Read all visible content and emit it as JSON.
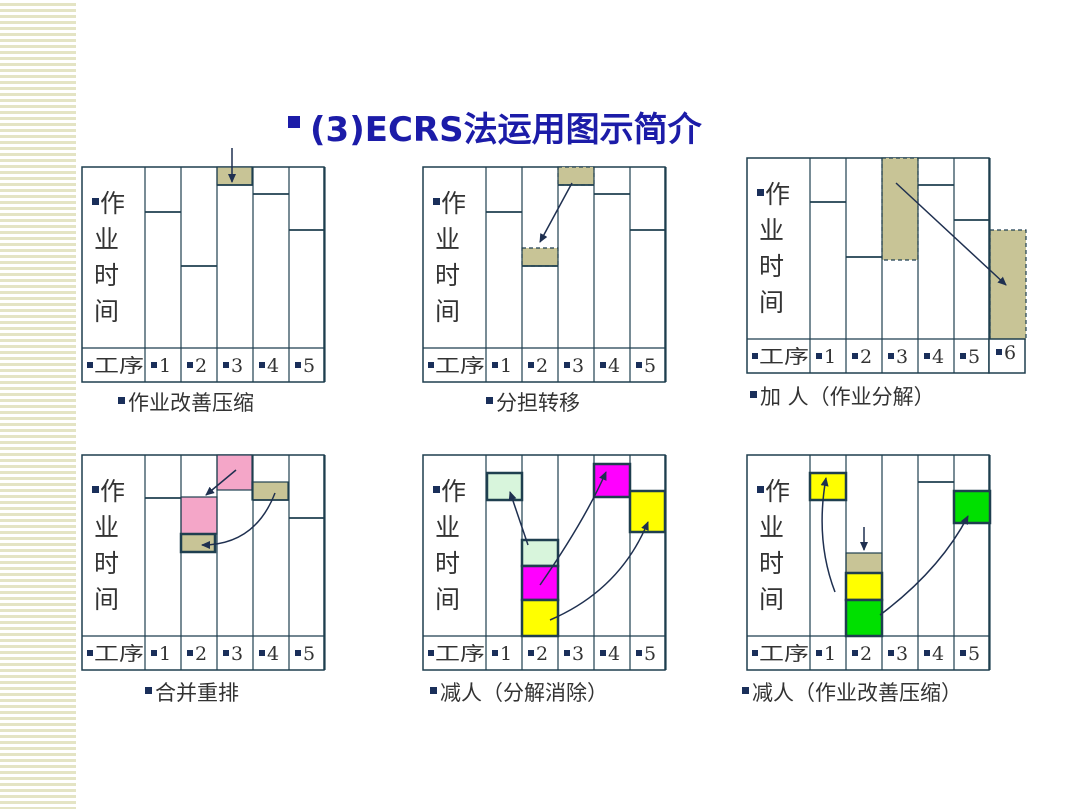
{
  "title": "(3)ECRS法运用图示简介",
  "y_axis_label": [
    "作",
    "业",
    "时",
    "间"
  ],
  "x_axis_label": "工序",
  "panels": [
    {
      "caption": "作业改善压缩",
      "steps": [
        "1",
        "2",
        "3",
        "4",
        "5"
      ]
    },
    {
      "caption": "分担转移",
      "steps": [
        "1",
        "2",
        "3",
        "4",
        "5"
      ]
    },
    {
      "caption": "加 人（作业分解）",
      "steps": [
        "1",
        "2",
        "3",
        "4",
        "5",
        "6"
      ]
    },
    {
      "caption": "合并重排",
      "steps": [
        "1",
        "2",
        "3",
        "4",
        "5"
      ]
    },
    {
      "caption": "减人（分解消除）",
      "steps": [
        "1",
        "2",
        "3",
        "4",
        "5"
      ]
    },
    {
      "caption": "减人（作业改善压缩）",
      "steps": [
        "1",
        "2",
        "3",
        "4",
        "5"
      ]
    }
  ],
  "colors": {
    "title": "#1c1ca8",
    "khaki": "#c8c496",
    "pink": "#f4a6c8",
    "light_green": "#d8f5dc",
    "magenta": "#ff00ff",
    "yellow": "#ffff00",
    "green": "#00e000",
    "line": "#1f3f4f"
  }
}
